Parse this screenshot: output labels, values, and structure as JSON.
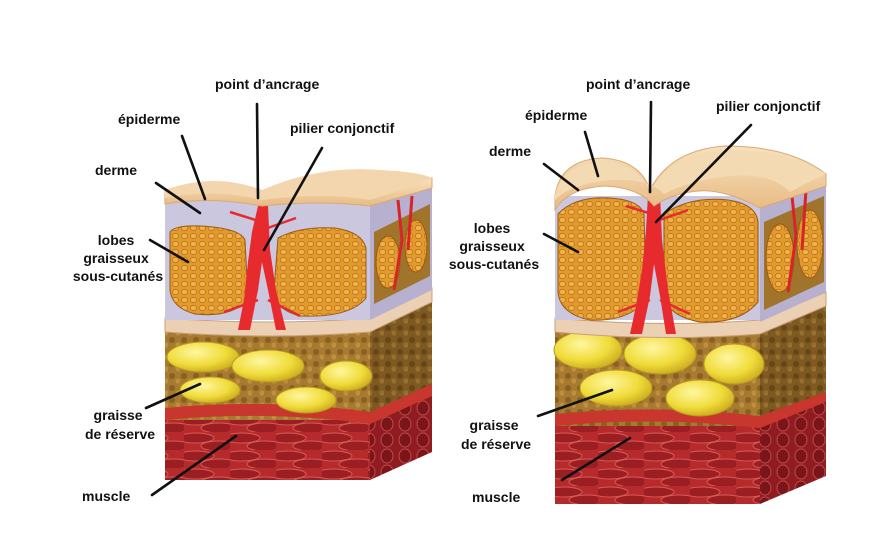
{
  "diagrams": [
    {
      "labels": {
        "point_ancrage": "point d’ancrage",
        "epiderme": "épiderme",
        "pilier": "pilier conjonctif",
        "derme": "derme",
        "lobes": [
          "lobes",
          "graisseux",
          "sous-cutanés"
        ],
        "graisse": [
          "graisse",
          "de réserve"
        ],
        "muscle": "muscle"
      }
    },
    {
      "labels": {
        "point_ancrage": "point d’ancrage",
        "epiderme": "épiderme",
        "pilier": "pilier conjonctif",
        "derme": "derme",
        "lobes": [
          "lobes",
          "graisseux",
          "sous-cutanés"
        ],
        "graisse": [
          "graisse",
          "de réserve"
        ],
        "muscle": "muscle"
      }
    }
  ],
  "colors": {
    "epidermis": "#f2cf9b",
    "dermis": "#c9c6dc",
    "fat_lobe": "#e49a2b",
    "pillar": "#e8262b",
    "fascia": "#e6c4a6",
    "fat_tissue": "#a87a2e",
    "reserve_fat": "#f1de3c",
    "muscle": "#b5262a"
  }
}
